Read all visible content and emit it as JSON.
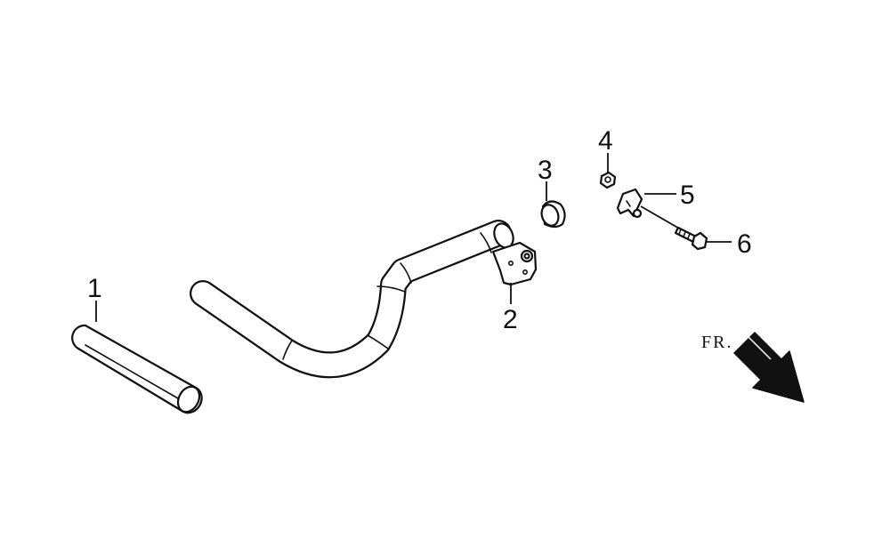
{
  "diagram": {
    "parts": [
      {
        "number": "1",
        "part": "grip"
      },
      {
        "number": "2",
        "part": "handle-pipe"
      },
      {
        "number": "3",
        "part": "cap"
      },
      {
        "number": "4",
        "part": "nut"
      },
      {
        "number": "5",
        "part": "clip"
      },
      {
        "number": "6",
        "part": "bolt"
      }
    ],
    "direction_label": "FR."
  }
}
